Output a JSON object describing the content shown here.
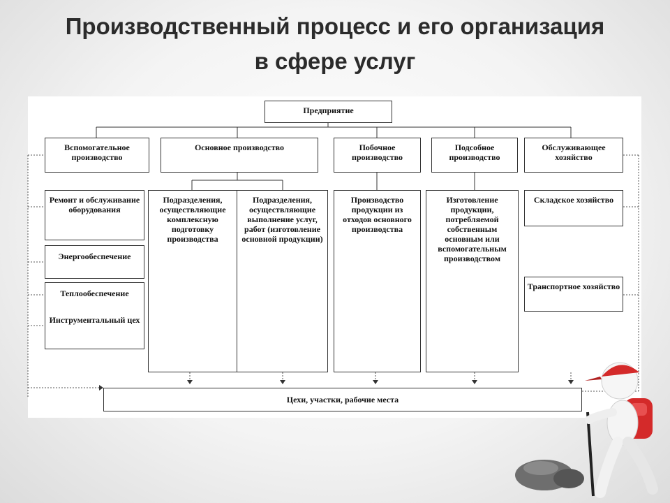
{
  "title": {
    "line1": "Производственный процесс и его организация",
    "line2": "в сфере услуг"
  },
  "diagram": {
    "root": "Предприятие",
    "top_level": [
      "Вспомогательное производство",
      "Основное производство",
      "Побочное производство",
      "Подсобное производство",
      "Обслуживающее хозяйство"
    ],
    "auxiliary": [
      "Ремонт и обслуживание оборудования",
      "Энергообеспечение",
      "Теплообеспечение",
      "Инструментальный цех"
    ],
    "main": [
      "Подразделения, осуществляющие комплексную подготовку производства",
      "Подразделения, осуществляющие выполнение услуг, работ (изготовление основной продукции)"
    ],
    "side": "Производство продукции из отходов основного производства",
    "subsidiary": "Изготовление продукции, потребляемой собственным основным или вспомогательным производством",
    "service": [
      "Складское хозяйство",
      "Транспортное хозяйство"
    ],
    "bottom": "Цехи, участки, рабочие места"
  },
  "colors": {
    "line": "#333333",
    "title": "#2b2b2b",
    "cap": "#d42a2a"
  },
  "illustration": "hiker-figure-with-red-cap"
}
